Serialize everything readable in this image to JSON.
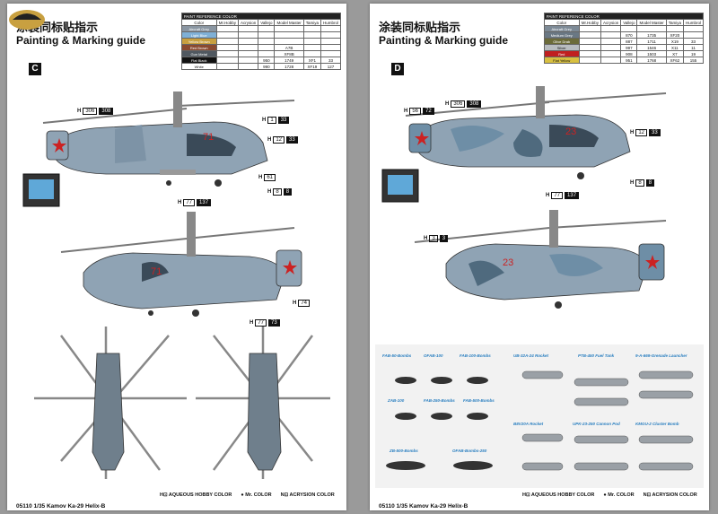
{
  "left_page": {
    "title_cn": "涂装同标贴指示",
    "title_en": "Painting & Marking guide",
    "scheme_letter": "C",
    "ref_table": {
      "caption": "PAINT REFERENCE COLOR",
      "headers": [
        "Color",
        "Mr.Hobby",
        "Acrysion",
        "Vallejo",
        "Model Master",
        "Tamiya",
        "Humbrol"
      ],
      "rows": [
        {
          "name": "Aircraft Grey",
          "color": "#8a96a2",
          "vals": [
            "",
            "",
            "",
            "",
            "",
            ""
          ]
        },
        {
          "name": "Light Blue",
          "color": "#7fb0d6",
          "vals": [
            "",
            "",
            "",
            "",
            "",
            ""
          ]
        },
        {
          "name": "Yellow Brown",
          "color": "#c8a040",
          "vals": [
            "",
            "",
            "",
            "",
            "",
            ""
          ]
        },
        {
          "name": "Red Brown",
          "color": "#8a4a30",
          "vals": [
            "",
            "",
            "",
            "A7B",
            "",
            ""
          ]
        },
        {
          "name": "Gun Metal",
          "color": "#505860",
          "vals": [
            "",
            "",
            "",
            "XF8B",
            "",
            ""
          ]
        },
        {
          "name": "Flat Black",
          "color": "#111111",
          "vals": [
            "",
            "",
            "950",
            "1749",
            "XF1",
            "33"
          ]
        },
        {
          "name": "White",
          "color": "#ffffff",
          "vals": [
            "",
            "",
            "990",
            "1728",
            "XF19",
            "127"
          ]
        }
      ]
    },
    "legend": {
      "h": "H⊡ AQUEOUS HOBBY COLOR",
      "c": "● Mr. COLOR",
      "n": "N⊡ ACRYSION COLOR"
    },
    "footer": "05110 1/35 Kamov Ka-29 Helix-B"
  },
  "right_page": {
    "title_cn": "涂装同标贴指示",
    "title_en": "Painting & Marking guide",
    "scheme_letter": "D",
    "ref_table": {
      "caption": "PAINT REFERENCE COLOR",
      "headers": [
        "Color",
        "Mr.Hobby",
        "Acrysion",
        "Vallejo",
        "Model Master",
        "Tamiya",
        "Humbrol"
      ],
      "rows": [
        {
          "name": "Aircraft Grey",
          "color": "#7d8a96",
          "vals": [
            "",
            "",
            "",
            "",
            "",
            ""
          ]
        },
        {
          "name": "Medium Grey",
          "color": "#6a7884",
          "vals": [
            "",
            "",
            "870",
            "1735",
            "XF20",
            ""
          ]
        },
        {
          "name": "Olive Drab",
          "color": "#6b6b3a",
          "vals": [
            "",
            "",
            "887",
            "1711",
            "X19",
            "33"
          ]
        },
        {
          "name": "Silver",
          "color": "#b8bcc0",
          "vals": [
            "",
            "",
            "997",
            "1546",
            "X11",
            "11"
          ]
        },
        {
          "name": "Red",
          "color": "#c02020",
          "vals": [
            "",
            "",
            "908",
            "1503",
            "X7",
            "19"
          ]
        },
        {
          "name": "Flat Yellow",
          "color": "#d8c040",
          "vals": [
            "",
            "",
            "951",
            "1768",
            "XF62",
            "155"
          ]
        }
      ]
    },
    "weapons": [
      {
        "label": "FAB-50-Bombs"
      },
      {
        "label": "OFAB-100"
      },
      {
        "label": "FAB-100-Bombs"
      },
      {
        "label": "UB-32A-24 Rocket"
      },
      {
        "label": "PTB-450 Fuel Tank"
      },
      {
        "label": "9-A-669-Grenade Launcher"
      },
      {
        "label": "ZAB-100"
      },
      {
        "label": "FAB-250-Bombs"
      },
      {
        "label": "FAB-500-Bombs"
      },
      {
        "label": "B8V20A Rocket"
      },
      {
        "label": "UPK-23-250 Cannon Pod"
      },
      {
        "label": "KMGU-2 Cluster Bomb"
      },
      {
        "label": "ZB-500-Bombs"
      },
      {
        "label": "OFAB-Bombs-250"
      }
    ],
    "legend": {
      "h": "H⊡ AQUEOUS HOBBY COLOR",
      "c": "● Mr. COLOR",
      "n": "N⊡ ACRYSION COLOR"
    },
    "footer": "05110 1/35 Kamov Ka-29 Helix-B"
  },
  "callouts_left": [
    {
      "t": "H",
      "a": "306",
      "b": "308"
    },
    {
      "t": "H",
      "a": "12",
      "b": "33"
    },
    {
      "t": "H",
      "a": "1",
      "b": "33"
    },
    {
      "t": "H",
      "a": "61",
      "b": ""
    },
    {
      "t": "H",
      "a": "8",
      "b": "8"
    },
    {
      "t": "H",
      "a": "74",
      "b": ""
    },
    {
      "t": "H",
      "a": "77",
      "b": "73"
    },
    {
      "t": "H",
      "a": "77",
      "b": "137"
    }
  ],
  "callouts_right": [
    {
      "t": "H",
      "a": "56",
      "b": "72"
    },
    {
      "t": "H",
      "a": "306",
      "b": "308"
    },
    {
      "t": "H",
      "a": "8",
      "b": "8"
    },
    {
      "t": "H",
      "a": "12",
      "b": "33"
    },
    {
      "t": "H",
      "a": "77",
      "b": "137"
    },
    {
      "t": "H",
      "a": "3",
      "b": "3"
    }
  ],
  "colors": {
    "camo_grey": "#8fa3b4",
    "camo_blue": "#6e8ea6",
    "camo_dark": "#4f6a7e",
    "star_red": "#cc2222"
  }
}
